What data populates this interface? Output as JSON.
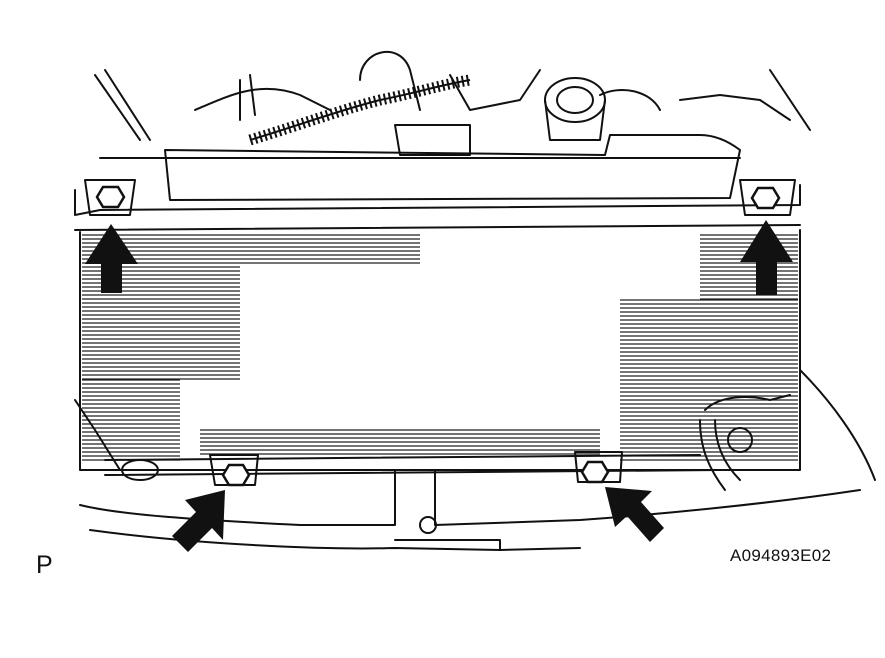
{
  "view_letter": "P",
  "figure_code": "A094893E02",
  "colors": {
    "line": "#111111",
    "background": "#ffffff"
  },
  "arrows": [
    {
      "id": "upper-left",
      "direction": "up"
    },
    {
      "id": "upper-right",
      "direction": "up"
    },
    {
      "id": "lower-left",
      "direction": "up-right"
    },
    {
      "id": "lower-right",
      "direction": "up-left"
    }
  ]
}
